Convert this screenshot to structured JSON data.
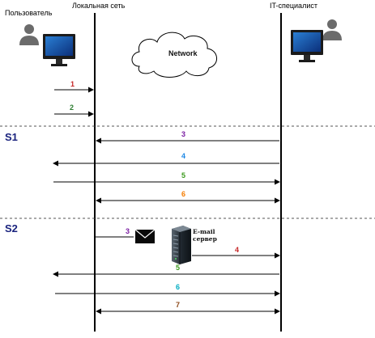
{
  "header": {
    "user": "Пользователь",
    "network": "Локальная сеть",
    "it": "IT-специалист"
  },
  "cloud_label": "Network",
  "sections": {
    "s1": "S1",
    "s2": "S2"
  },
  "server_label": "E-mail сервер",
  "icons": {
    "user_person": "person-icon",
    "user_monitor": "monitor-icon",
    "it_person": "person-icon",
    "it_monitor": "monitor-icon",
    "envelope": "envelope-icon",
    "server": "server-icon",
    "cloud": "cloud-icon"
  },
  "messages": [
    {
      "label": "1",
      "color": "#c62828"
    },
    {
      "label": "2",
      "color": "#2e7d32"
    },
    {
      "label": "3",
      "color": "#7b1fa2"
    },
    {
      "label": "4",
      "color": "#1e88e5"
    },
    {
      "label": "5",
      "color": "#3c9a1e"
    },
    {
      "label": "6",
      "color": "#f57c00"
    },
    {
      "label": "3",
      "color": "#7b1fa2"
    },
    {
      "label": "4",
      "color": "#c62828"
    },
    {
      "label": "5",
      "color": "#3c9a1e"
    },
    {
      "label": "6",
      "color": "#00acc1"
    },
    {
      "label": "7",
      "color": "#8d4a1a"
    }
  ]
}
